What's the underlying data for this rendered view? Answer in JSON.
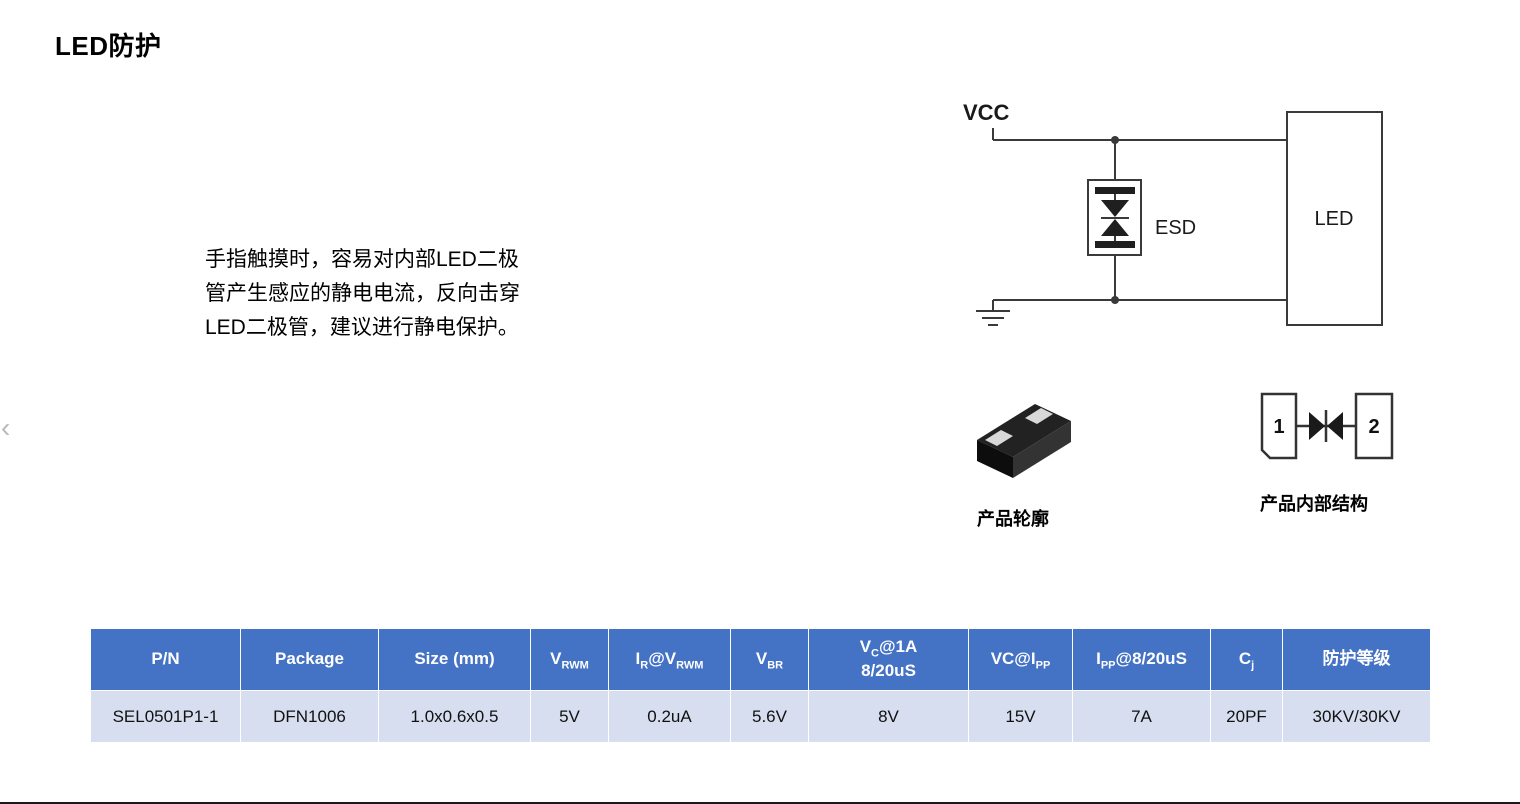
{
  "theme": {
    "table_header_bg": "#4472C4",
    "table_row_bg": "#D6DEEF",
    "diagram_line": "#3a3a3a"
  },
  "page": {
    "title": "LED防护",
    "description_lines": [
      "手指触摸时，容易对内部LED二极",
      "管产生感应的静电电流，反向击穿",
      "LED二极管，建议进行静电保护。"
    ]
  },
  "diagram": {
    "vcc_label": "VCC",
    "esd_label": "ESD",
    "led_label": "LED",
    "pin1": "1",
    "pin2": "2",
    "outline_caption": "产品轮廓",
    "internal_caption": "产品内部结构"
  },
  "misc": {
    "left_arrow": "‹"
  },
  "table": {
    "headers": {
      "pn": "P/N",
      "package": "Package",
      "size": "Size (mm)",
      "vrwm": {
        "m1": "V",
        "s1": "RWM"
      },
      "ir": {
        "m1": "I",
        "s1": "R",
        "m2": "@V",
        "s2": "RWM"
      },
      "vbr": {
        "m1": "V",
        "s1": "BR"
      },
      "vc": {
        "m1": "V",
        "s1": "C",
        "m2": "@1A",
        "line2": "8/20uS"
      },
      "vcipp": {
        "m1": "VC@I",
        "s1": "PP"
      },
      "ipp": {
        "m1": "I",
        "s1": "PP",
        "m2": "@8/20uS"
      },
      "cj": {
        "m1": "C",
        "s1": "j"
      },
      "grade": "防护等级"
    },
    "row": [
      "SEL0501P1-1",
      "DFN1006",
      "1.0x0.6x0.5",
      "5V",
      "0.2uA",
      "5.6V",
      "8V",
      "15V",
      "7A",
      "20PF",
      "30KV/30KV"
    ]
  }
}
